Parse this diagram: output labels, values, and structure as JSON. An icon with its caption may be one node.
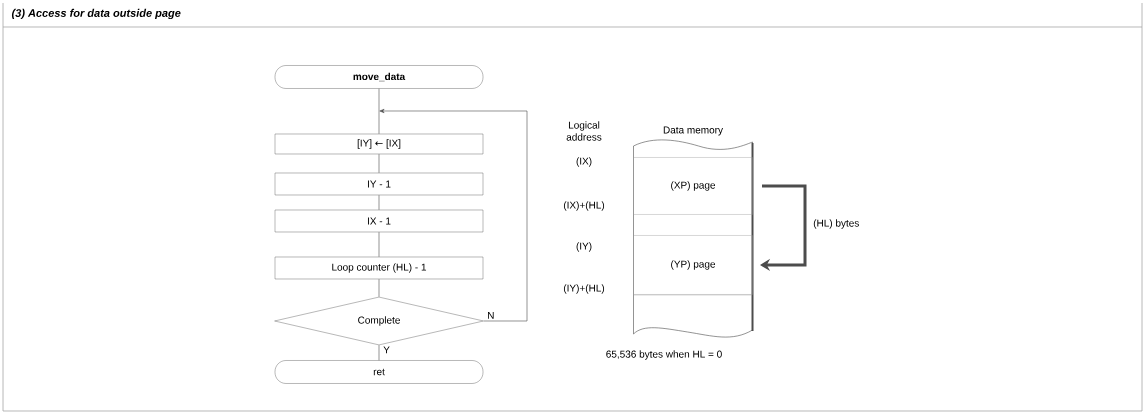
{
  "diagram": {
    "title": "(3) Access for data outside page",
    "nodes": [
      {
        "text": [
          "move_data"
        ]
      },
      {
        "text": [
          "[IY] ← [IX]"
        ]
      },
      {
        "text": [
          "IY - 1"
        ]
      },
      {
        "text": [
          "IX - 1"
        ]
      },
      {
        "text": [
          "Loop counter (HL) - 1"
        ]
      },
      {
        "text": [
          "Complete"
        ]
      },
      {
        "text": [
          "ret"
        ]
      },
      {
        "text": [
          "Data memory"
        ]
      },
      {
        "text": [
          "(XP) page"
        ],
        "in": 7
      },
      {
        "text": [
          "(YP) page"
        ],
        "in": 7
      }
    ],
    "edges": [
      {
        "from": 0,
        "to": 1,
        "arrow": "none"
      },
      {
        "from": 1,
        "to": 2,
        "arrow": "none"
      },
      {
        "from": 2,
        "to": 3,
        "arrow": "none"
      },
      {
        "from": 3,
        "to": 4,
        "arrow": "none"
      },
      {
        "from": 4,
        "to": 5,
        "arrow": "none"
      },
      {
        "from": 5,
        "to": 6,
        "arrow": "none",
        "label": "Y"
      },
      {
        "from": 5,
        "to": 1,
        "arrow": "to",
        "label": "N"
      },
      {
        "from": 8,
        "to": 9,
        "arrow": "to",
        "label": "(HL) bytes",
        "style": "thick"
      }
    ],
    "labels": [
      "Logical address",
      "(IX)",
      "(IX)+(HL)",
      "(IY)",
      "(IY)+(HL)",
      "65,536 bytes when HL = 0"
    ]
  }
}
